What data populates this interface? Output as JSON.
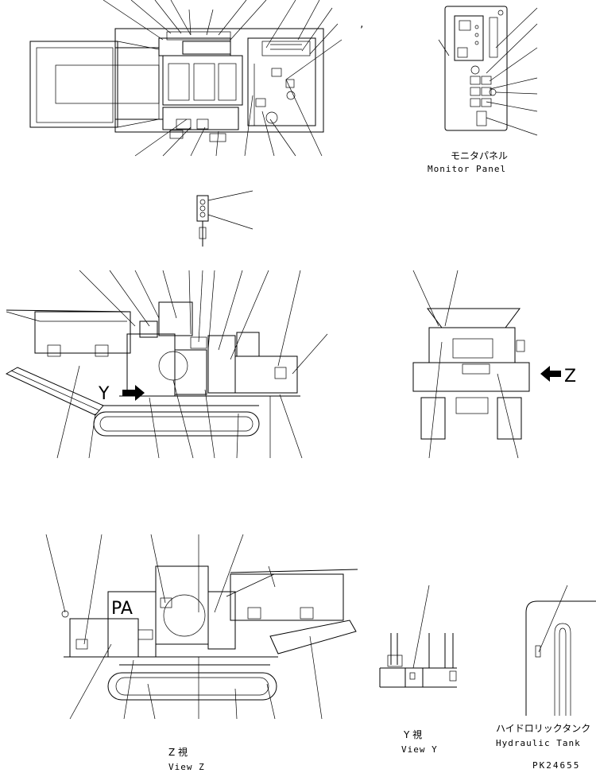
{
  "labels": {
    "monitor_panel_jp": "モニタパネル",
    "monitor_panel_en": "Monitor Panel",
    "view_y_jp": "Y  視",
    "view_y_en": "View Y",
    "view_z_jp": "Z  視",
    "view_z_en": "View Z",
    "hydraulic_tank_jp": "ハイドロリックタンク",
    "hydraulic_tank_en": "Hydraulic Tank",
    "marker_y": "Y",
    "marker_z": "Z",
    "plate_letters": "PA",
    "part_code": "PK24655",
    "comma": ","
  }
}
